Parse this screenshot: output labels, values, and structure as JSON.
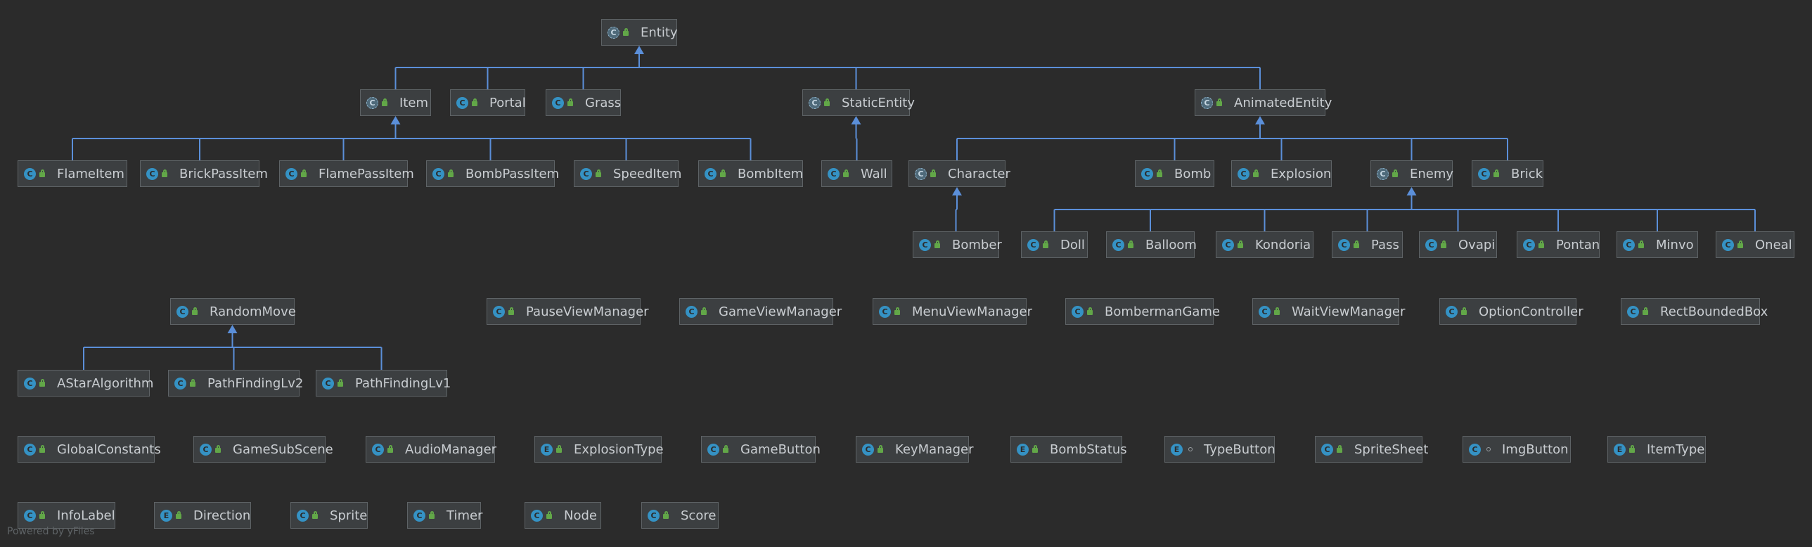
{
  "diagram": {
    "nodes": [
      {
        "id": "Entity",
        "label": "Entity",
        "kind": "A",
        "access": "lock"
      },
      {
        "id": "Item",
        "label": "Item",
        "kind": "A",
        "access": "lock"
      },
      {
        "id": "Portal",
        "label": "Portal",
        "kind": "C",
        "access": "lock"
      },
      {
        "id": "Grass",
        "label": "Grass",
        "kind": "C",
        "access": "lock"
      },
      {
        "id": "StaticEntity",
        "label": "StaticEntity",
        "kind": "A",
        "access": "lock"
      },
      {
        "id": "AnimatedEntity",
        "label": "AnimatedEntity",
        "kind": "A",
        "access": "lock"
      },
      {
        "id": "FlameItem",
        "label": "FlameItem",
        "kind": "C",
        "access": "lock"
      },
      {
        "id": "BrickPassItem",
        "label": "BrickPassItem",
        "kind": "C",
        "access": "lock"
      },
      {
        "id": "FlamePassItem",
        "label": "FlamePassItem",
        "kind": "C",
        "access": "lock"
      },
      {
        "id": "BombPassItem",
        "label": "BombPassItem",
        "kind": "C",
        "access": "lock"
      },
      {
        "id": "SpeedItem",
        "label": "SpeedItem",
        "kind": "C",
        "access": "lock"
      },
      {
        "id": "BombItem",
        "label": "BombItem",
        "kind": "C",
        "access": "lock"
      },
      {
        "id": "Wall",
        "label": "Wall",
        "kind": "C",
        "access": "lock"
      },
      {
        "id": "Character",
        "label": "Character",
        "kind": "A",
        "access": "lock"
      },
      {
        "id": "Bomb",
        "label": "Bomb",
        "kind": "C",
        "access": "lock"
      },
      {
        "id": "Explosion",
        "label": "Explosion",
        "kind": "C",
        "access": "lock"
      },
      {
        "id": "Enemy",
        "label": "Enemy",
        "kind": "A",
        "access": "lock"
      },
      {
        "id": "Brick",
        "label": "Brick",
        "kind": "C",
        "access": "lock"
      },
      {
        "id": "Bomber",
        "label": "Bomber",
        "kind": "C",
        "access": "lock"
      },
      {
        "id": "Doll",
        "label": "Doll",
        "kind": "C",
        "access": "lock"
      },
      {
        "id": "Balloom",
        "label": "Balloom",
        "kind": "C",
        "access": "lock"
      },
      {
        "id": "Kondoria",
        "label": "Kondoria",
        "kind": "C",
        "access": "lock"
      },
      {
        "id": "Pass",
        "label": "Pass",
        "kind": "C",
        "access": "lock"
      },
      {
        "id": "Ovapi",
        "label": "Ovapi",
        "kind": "C",
        "access": "lock"
      },
      {
        "id": "Pontan",
        "label": "Pontan",
        "kind": "C",
        "access": "lock"
      },
      {
        "id": "Minvo",
        "label": "Minvo",
        "kind": "C",
        "access": "lock"
      },
      {
        "id": "Oneal",
        "label": "Oneal",
        "kind": "C",
        "access": "lock"
      },
      {
        "id": "RandomMove",
        "label": "RandomMove",
        "kind": "C",
        "access": "lock"
      },
      {
        "id": "PauseViewManager",
        "label": "PauseViewManager",
        "kind": "C",
        "access": "lock"
      },
      {
        "id": "GameViewManager",
        "label": "GameViewManager",
        "kind": "C",
        "access": "lock"
      },
      {
        "id": "MenuViewManager",
        "label": "MenuViewManager",
        "kind": "C",
        "access": "lock"
      },
      {
        "id": "BombermanGame",
        "label": "BombermanGame",
        "kind": "C",
        "access": "lock"
      },
      {
        "id": "WaitViewManager",
        "label": "WaitViewManager",
        "kind": "C",
        "access": "lock"
      },
      {
        "id": "OptionController",
        "label": "OptionController",
        "kind": "C",
        "access": "lock"
      },
      {
        "id": "RectBoundedBox",
        "label": "RectBoundedBox",
        "kind": "C",
        "access": "lock"
      },
      {
        "id": "AStarAlgorithm",
        "label": "AStarAlgorithm",
        "kind": "C",
        "access": "lock"
      },
      {
        "id": "PathFindingLv2",
        "label": "PathFindingLv2",
        "kind": "C",
        "access": "lock"
      },
      {
        "id": "PathFindingLv1",
        "label": "PathFindingLv1",
        "kind": "C",
        "access": "lock"
      },
      {
        "id": "GlobalConstants",
        "label": "GlobalConstants",
        "kind": "C",
        "access": "lock"
      },
      {
        "id": "GameSubScene",
        "label": "GameSubScene",
        "kind": "C",
        "access": "lock"
      },
      {
        "id": "AudioManager",
        "label": "AudioManager",
        "kind": "C",
        "access": "lock"
      },
      {
        "id": "ExplosionType",
        "label": "ExplosionType",
        "kind": "E",
        "access": "lock"
      },
      {
        "id": "GameButton",
        "label": "GameButton",
        "kind": "C",
        "access": "lock"
      },
      {
        "id": "KeyManager",
        "label": "KeyManager",
        "kind": "C",
        "access": "lock"
      },
      {
        "id": "BombStatus",
        "label": "BombStatus",
        "kind": "E",
        "access": "lock"
      },
      {
        "id": "TypeButton",
        "label": "TypeButton",
        "kind": "E",
        "access": "package"
      },
      {
        "id": "SpriteSheet",
        "label": "SpriteSheet",
        "kind": "C",
        "access": "lock"
      },
      {
        "id": "ImgButton",
        "label": "ImgButton",
        "kind": "C",
        "access": "package"
      },
      {
        "id": "ItemType",
        "label": "ItemType",
        "kind": "E",
        "access": "lock"
      },
      {
        "id": "InfoLabel",
        "label": "InfoLabel",
        "kind": "C",
        "access": "lock"
      },
      {
        "id": "Direction",
        "label": "Direction",
        "kind": "E",
        "access": "lock"
      },
      {
        "id": "Sprite",
        "label": "Sprite",
        "kind": "C",
        "access": "lock"
      },
      {
        "id": "Timer",
        "label": "Timer",
        "kind": "C",
        "access": "lock"
      },
      {
        "id": "Node",
        "label": "Node",
        "kind": "C",
        "access": "lock"
      },
      {
        "id": "Score",
        "label": "Score",
        "kind": "C",
        "access": "lock"
      }
    ],
    "edges": [
      {
        "parent": "Entity",
        "children": [
          "Item",
          "Portal",
          "Grass",
          "StaticEntity",
          "AnimatedEntity"
        ]
      },
      {
        "parent": "Item",
        "children": [
          "FlameItem",
          "BrickPassItem",
          "FlamePassItem",
          "BombPassItem",
          "SpeedItem",
          "BombItem"
        ]
      },
      {
        "parent": "StaticEntity",
        "children": [
          "Wall"
        ]
      },
      {
        "parent": "AnimatedEntity",
        "children": [
          "Character",
          "Bomb",
          "Explosion",
          "Enemy",
          "Brick"
        ]
      },
      {
        "parent": "Character",
        "children": [
          "Bomber"
        ]
      },
      {
        "parent": "Enemy",
        "children": [
          "Doll",
          "Balloom",
          "Kondoria",
          "Pass",
          "Ovapi",
          "Pontan",
          "Minvo",
          "Oneal"
        ]
      },
      {
        "parent": "RandomMove",
        "children": [
          "AStarAlgorithm",
          "PathFindingLv2",
          "PathFindingLv1"
        ]
      }
    ],
    "colors": {
      "edge": "#5b8fd9",
      "background": "#2b2b2b",
      "node_fill": "#3c3f41",
      "node_border": "#5e6366",
      "text": "#c9cdd1",
      "class_icon": "#3592c4",
      "lock_icon": "#62a748"
    }
  },
  "watermark": "Powered by yFiles"
}
